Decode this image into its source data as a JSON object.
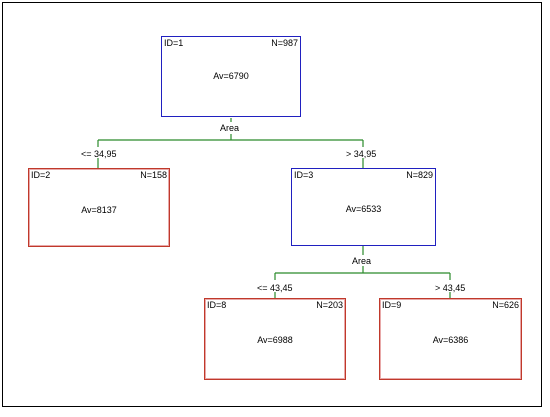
{
  "colors": {
    "internal_border": "#2020c0",
    "leaf_border": "#c0392b",
    "connector": "#2a8a2a"
  },
  "nodes": {
    "n1": {
      "id": "ID=1",
      "n": "N=987",
      "av": "Av=6790"
    },
    "n2": {
      "id": "ID=2",
      "n": "N=158",
      "av": "Av=8137"
    },
    "n3": {
      "id": "ID=3",
      "n": "N=829",
      "av": "Av=6533"
    },
    "n8": {
      "id": "ID=8",
      "n": "N=203",
      "av": "Av=6988"
    },
    "n9": {
      "id": "ID=9",
      "n": "N=626",
      "av": "Av=6386"
    }
  },
  "splits": {
    "root": {
      "variable": "Area",
      "left": "<= 34,95",
      "right": "> 34,95"
    },
    "node3": {
      "variable": "Area",
      "left": "<= 43,45",
      "right": "> 43,45"
    }
  }
}
